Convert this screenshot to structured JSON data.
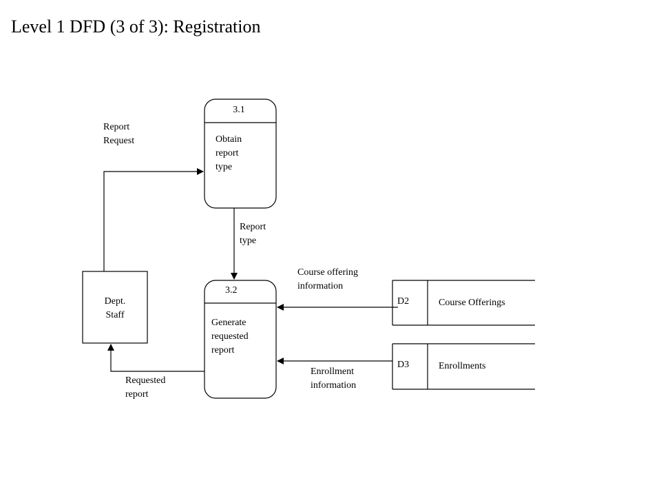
{
  "title": "Level 1 DFD (3 of 3):  Registration",
  "processes": [
    {
      "id": "3.1",
      "label": "Obtain\nreport\ntype"
    },
    {
      "id": "3.2",
      "label": "Generate\nrequested\nreport"
    }
  ],
  "external_entity": {
    "label": "Dept.\nStaff"
  },
  "data_stores": [
    {
      "id": "D2",
      "label": "Course Offerings"
    },
    {
      "id": "D3",
      "label": "Enrollments"
    }
  ],
  "flows": {
    "report_request": "Report\nRequest",
    "report_type": "Report\ntype",
    "course_offering_information": "Course offering\ninformation",
    "enrollment_information": "Enrollment\ninformation",
    "requested_report": "Requested\nreport"
  }
}
